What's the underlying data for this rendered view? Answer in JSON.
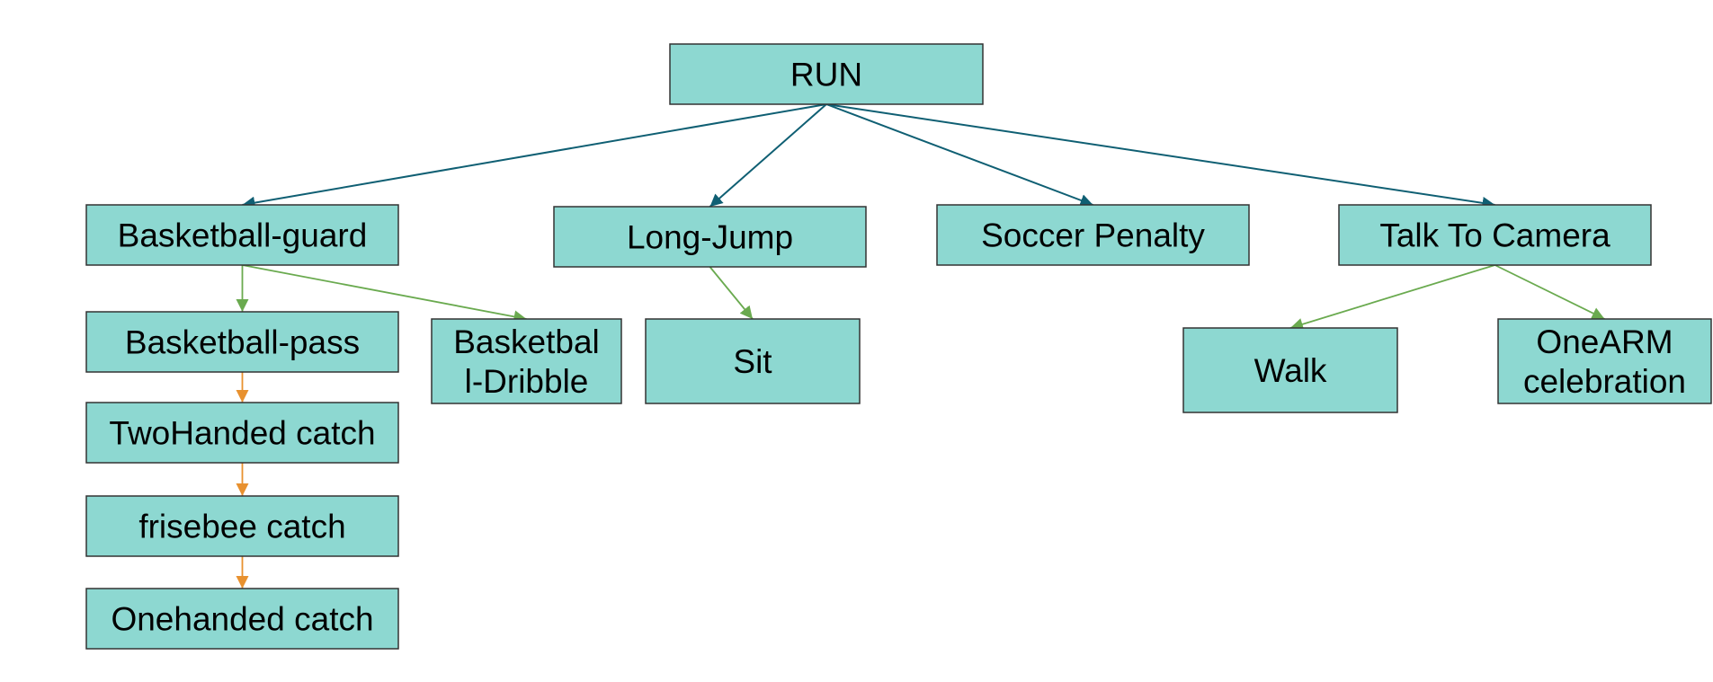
{
  "colors": {
    "node_fill": "#8dd8d1",
    "node_stroke": "#333333",
    "edge_root": "#0f5f73",
    "edge_green": "#6aaa4f",
    "edge_orange": "#e8912f"
  },
  "nodes": {
    "run": {
      "lines": [
        "RUN"
      ]
    },
    "basketball_guard": {
      "lines": [
        "Basketball-guard"
      ]
    },
    "long_jump": {
      "lines": [
        "Long-Jump"
      ]
    },
    "soccer_penalty": {
      "lines": [
        "Soccer Penalty"
      ]
    },
    "talk_to_camera": {
      "lines": [
        "Talk To Camera"
      ]
    },
    "basketball_pass": {
      "lines": [
        "Basketball-pass"
      ]
    },
    "basketball_dribble": {
      "lines": [
        "Basketbal",
        "l-Dribble"
      ]
    },
    "sit": {
      "lines": [
        "Sit"
      ]
    },
    "walk": {
      "lines": [
        "Walk"
      ]
    },
    "onearm_celebration": {
      "lines": [
        "OneARM",
        "celebration"
      ]
    },
    "twohanded_catch": {
      "lines": [
        "TwoHanded catch"
      ]
    },
    "frisebee_catch": {
      "lines": [
        "frisebee catch"
      ]
    },
    "onehanded_catch": {
      "lines": [
        "Onehanded catch"
      ]
    }
  },
  "edges": [
    {
      "from": "run",
      "to": "basketball_guard",
      "color": "edge_root"
    },
    {
      "from": "run",
      "to": "long_jump",
      "color": "edge_root"
    },
    {
      "from": "run",
      "to": "soccer_penalty",
      "color": "edge_root"
    },
    {
      "from": "run",
      "to": "talk_to_camera",
      "color": "edge_root"
    },
    {
      "from": "basketball_guard",
      "to": "basketball_pass",
      "color": "edge_green"
    },
    {
      "from": "basketball_guard",
      "to": "basketball_dribble",
      "color": "edge_green"
    },
    {
      "from": "long_jump",
      "to": "sit",
      "color": "edge_green"
    },
    {
      "from": "talk_to_camera",
      "to": "walk",
      "color": "edge_green"
    },
    {
      "from": "talk_to_camera",
      "to": "onearm_celebration",
      "color": "edge_green"
    },
    {
      "from": "basketball_pass",
      "to": "twohanded_catch",
      "color": "edge_orange"
    },
    {
      "from": "twohanded_catch",
      "to": "frisebee_catch",
      "color": "edge_orange"
    },
    {
      "from": "frisebee_catch",
      "to": "onehanded_catch",
      "color": "edge_orange"
    }
  ]
}
